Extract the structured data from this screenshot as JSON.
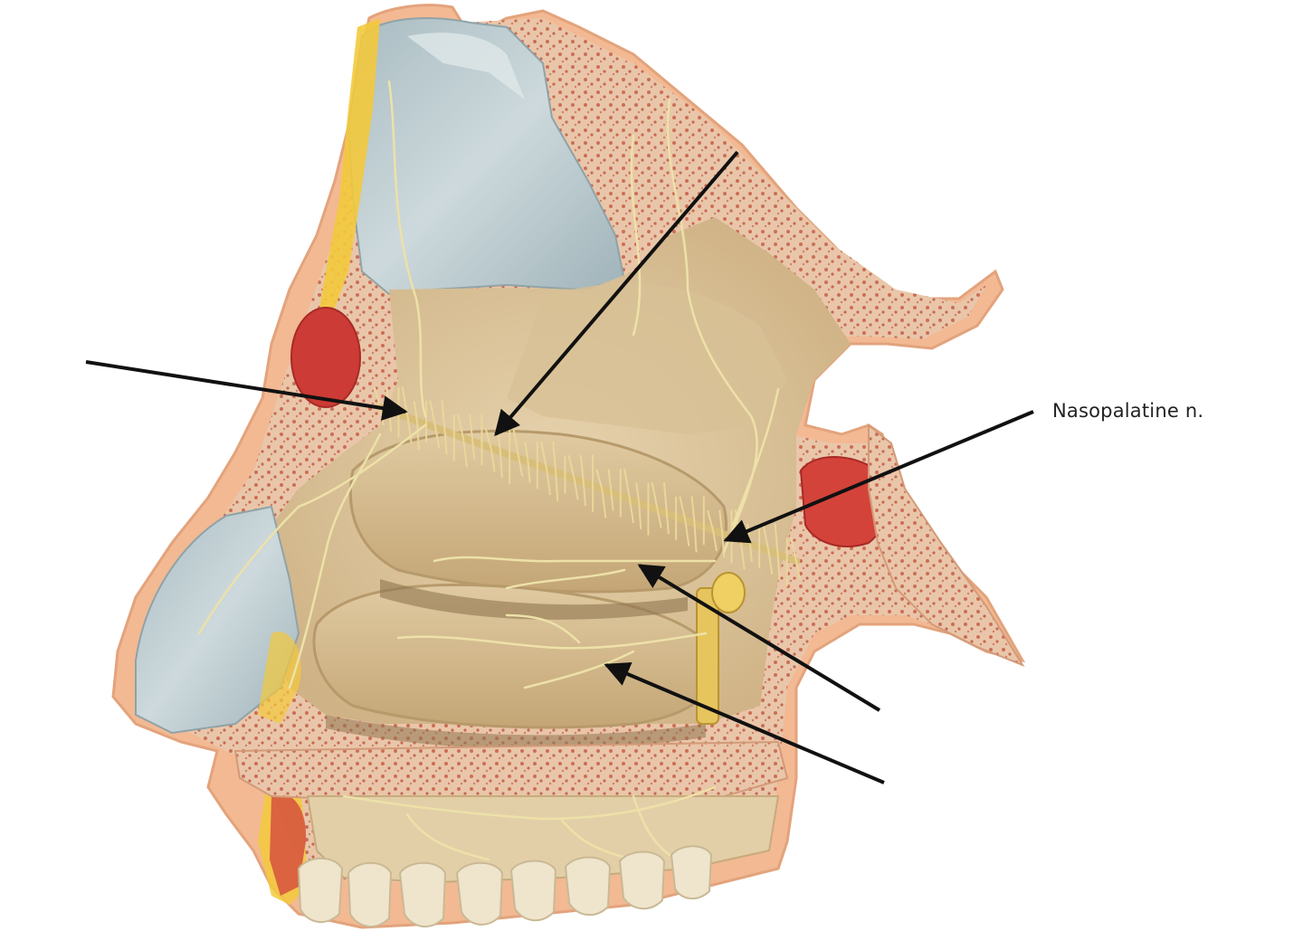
{
  "figure": {
    "labels": [
      {
        "id": "nasopalatine",
        "text": "Nasopalatine n."
      }
    ],
    "colors": {
      "background": "#ffffff",
      "mucosa": "#dcc59d",
      "mucosa_shade": "#c9ad80",
      "bone": "#e9c6a9",
      "bone_dots": "#c2503b",
      "sinus": "#b9c8cc",
      "sinus_highlight": "#dfe7e9",
      "vessel_red": "#cc3b35",
      "nerve": "#ede1a8",
      "fat_yellow": "#f3c93c",
      "skin": "#f4b690",
      "teeth": "#efe4cc",
      "arrow": "#111111"
    },
    "leader_arrow_count": 5
  }
}
